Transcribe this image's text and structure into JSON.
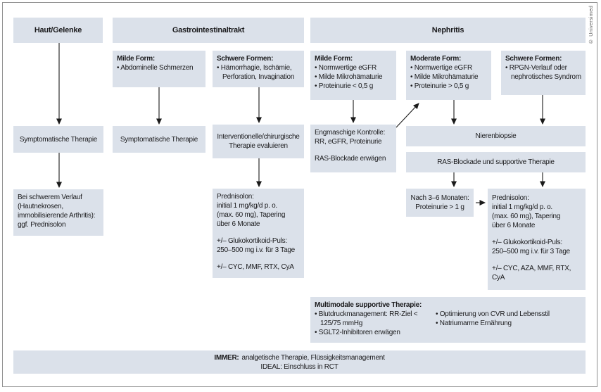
{
  "page": {
    "credit": "© Universimed"
  },
  "headers": {
    "skin_joints": "Haut/Gelenke",
    "gi": "Gastrointestinaltrakt",
    "nephritis": "Nephritis"
  },
  "gi_mild": {
    "title": "Milde Form:",
    "bullets": [
      "Abdominelle Schmerzen"
    ]
  },
  "gi_severe": {
    "title": "Schwere Formen:",
    "bullets": [
      "Hämorrhagie, Ischämie, Perforation, Invagination"
    ]
  },
  "neph_mild": {
    "title": "Milde Form:",
    "bullets": [
      "Normwertige eGFR",
      "Milde Mikrohämaturie",
      "Proteinurie < 0,5 g"
    ]
  },
  "neph_moderate": {
    "title": "Moderate Form:",
    "bullets": [
      "Normwertige eGFR",
      "Milde Mikrohämaturie",
      "Proteinurie > 0,5 g"
    ]
  },
  "neph_severe": {
    "title": "Schwere Formen:",
    "bullets": [
      "RPGN-Verlauf oder nephrotisches Syndrom"
    ]
  },
  "symptomatic_left": "Symptomatische Therapie",
  "symptomatic_gi": "Symptomatische Therapie",
  "interventional": {
    "line1": "Interventionelle/chirurgische",
    "line2": "Therapie evaluieren"
  },
  "close_monitoring": {
    "p1_line1": "Engmaschige Kontrolle:",
    "p1_line2": "RR, eGFR, Proteinurie",
    "p2": "RAS-Blockade erwägen"
  },
  "kidney_biopsy": "Nierenbiopsie",
  "ras_supportive": "RAS-Blockade und supportive Therapie",
  "severe_course": {
    "line1": "Bei schwerem Verlauf",
    "line2": "(Hautnekrosen,",
    "line3": "immobilisierende Arthritis):",
    "line4": "ggf. Prednisolon"
  },
  "prednisolone_gi": {
    "p1_line1": "Prednisolon:",
    "p1_line2": "initial 1 mg/kg/d p. o.",
    "p1_line3": "(max. 60 mg), Tapering",
    "p1_line4": "über 6 Monate",
    "p2_line1": "+/– Glukokortikoid-Puls:",
    "p2_line2": "250–500 mg i.v. für 3 Tage",
    "p3": "+/– CYC, MMF, RTX, CyA"
  },
  "after_months": {
    "line1": "Nach 3–6 Monaten:",
    "line2": "Proteinurie > 1 g"
  },
  "prednisolone_neph": {
    "p1_line1": "Prednisolon:",
    "p1_line2": "initial 1 mg/kg/d p. o.",
    "p1_line3": "(max. 60 mg), Tapering",
    "p1_line4": "über 6 Monate",
    "p2_line1": "+/– Glukokortikoid-Puls:",
    "p2_line2": "250–500 mg i.v. für 3 Tage",
    "p3": "+/– CYC, AZA, MMF, RTX, CyA"
  },
  "multimodal": {
    "title": "Multimodale supportive Therapie:",
    "left_bullets": [
      "Blutdruckmanagement: RR-Ziel < 125/75 mmHg",
      "SGLT2-Inhibitoren erwägen"
    ],
    "right_bullets": [
      "Optimierung von CVR und Lebensstil",
      "Natriumarme Ernährung"
    ]
  },
  "footer": {
    "immer_label": "IMMER:",
    "immer_text": "analgetische Therapie, Flüssigkeitsmanagement",
    "ideal_text": "IDEAL: Einschluss in RCT"
  },
  "colors": {
    "box_fill": "#dbe1ea",
    "text": "#1b1b1d",
    "arrow": "#1a1a1a",
    "frame": "#909090"
  }
}
